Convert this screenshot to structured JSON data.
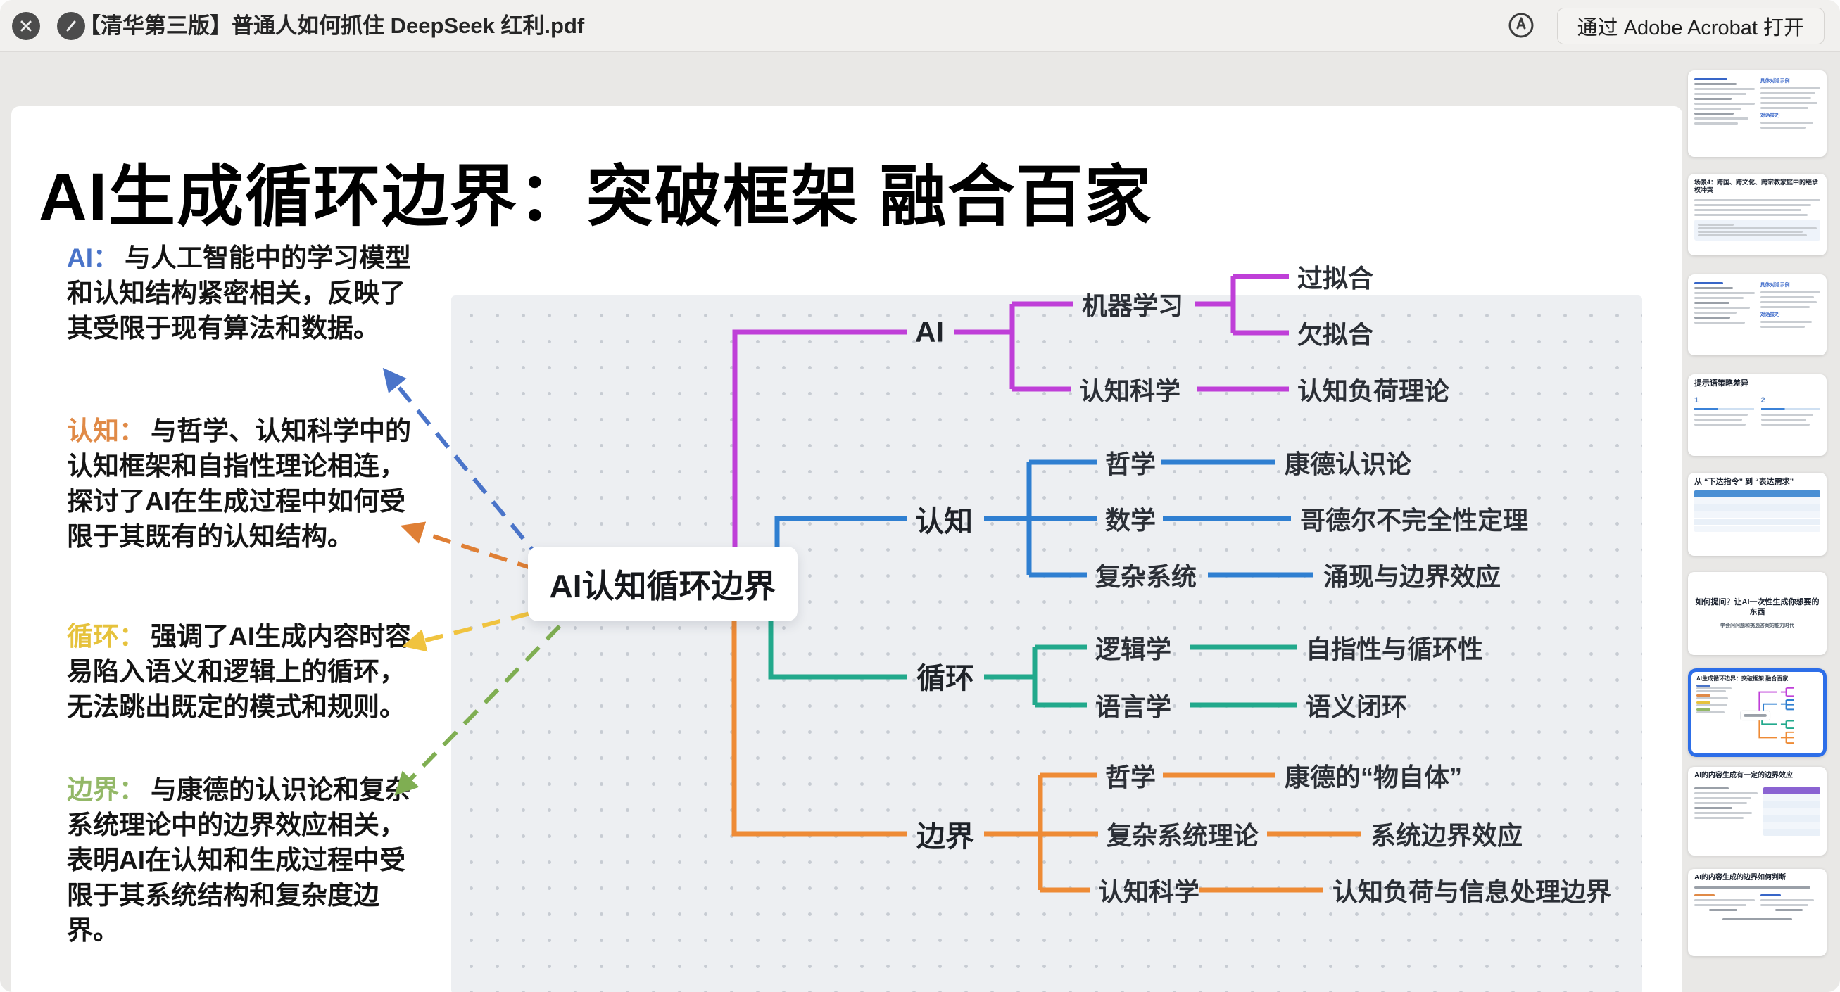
{
  "window": {
    "title": "【清华第三版】普通人如何抓住 DeepSeek 红利.pdf",
    "open_with_button": "通过 Adobe Acrobat 打开",
    "icons": [
      "close-icon",
      "pencil-slash-icon",
      "markup-circle-icon",
      "share-icon"
    ]
  },
  "slide": {
    "title": "AI生成循环边界：突破框架 融合百家",
    "annotations": [
      {
        "keyword": "AI：",
        "color": "#4a74c9",
        "text": "与人工智能中的学习模型和认知结构紧密相关，反映了其受限于现有算法和数据。"
      },
      {
        "keyword": "认知：",
        "color": "#e08a47",
        "text": "与哲学、认知科学中的认知框架和自指性理论相连，探讨了AI在生成过程中如何受限于其既有的认知结构。"
      },
      {
        "keyword": "循环：",
        "color": "#e6c23c",
        "text": "强调了AI生成内容时容易陷入语义和逻辑上的循环，无法跳出既定的模式和规则。"
      },
      {
        "keyword": "边界：",
        "color": "#93b867",
        "text": "与康德的认识论和复杂系统理论中的边界效应相关，表明AI在认知和生成过程中受限于其系统结构和复杂度边界。"
      }
    ],
    "mindmap": {
      "root": "AI认知循环边界",
      "branches": [
        {
          "label": "AI",
          "color": "#bf3fd8",
          "children": [
            {
              "label": "机器学习",
              "children": [
                {
                  "label": "过拟合"
                },
                {
                  "label": "欠拟合"
                }
              ]
            },
            {
              "label": "认知科学",
              "children": [
                {
                  "label": "认知负荷理论"
                }
              ]
            }
          ]
        },
        {
          "label": "认知",
          "color": "#2f7fd1",
          "children": [
            {
              "label": "哲学",
              "children": [
                {
                  "label": "康德认识论"
                }
              ]
            },
            {
              "label": "数学",
              "children": [
                {
                  "label": "哥德尔不完全性定理"
                }
              ]
            },
            {
              "label": "复杂系统",
              "children": [
                {
                  "label": "涌现与边界效应"
                }
              ]
            }
          ]
        },
        {
          "label": "循环",
          "color": "#22a98c",
          "children": [
            {
              "label": "逻辑学",
              "children": [
                {
                  "label": "自指性与循环性"
                }
              ]
            },
            {
              "label": "语言学",
              "children": [
                {
                  "label": "语义闭环"
                }
              ]
            }
          ]
        },
        {
          "label": "边界",
          "color": "#ee8b36",
          "children": [
            {
              "label": "哲学",
              "children": [
                {
                  "label": "康德的“物自体”"
                }
              ]
            },
            {
              "label": "复杂系统理论",
              "children": [
                {
                  "label": "系统边界效应"
                }
              ]
            },
            {
              "label": "认知科学",
              "children": [
                {
                  "label": "认知负荷与信息处理边界"
                }
              ]
            }
          ]
        }
      ]
    }
  },
  "sidebar": {
    "selected_index": 6,
    "thumbnails": [
      {
        "heading_right_1": "具体对话示例",
        "heading_right_2": "对话技巧"
      },
      {
        "title": "场景4：跨国、跨文化、跨宗教家庭中的继承权冲突"
      },
      {
        "heading_right_1": "具体对话示例",
        "heading_right_2": "对话技巧"
      },
      {
        "title": "提示语策略差异",
        "num1": "1",
        "num2": "2"
      },
      {
        "title": "从 “下达指令” 到 “表达需求”"
      },
      {
        "title": "如何提问？让AI一次性生成你想要的东西",
        "subtitle": "学会问问题和挑选答案的能力时代"
      },
      {
        "title": "AI生成循环边界：突破框架 融合百家"
      },
      {
        "title": "AI的内容生成有一定的边界效应"
      },
      {
        "title": "AI的内容生成的边界如何判断"
      }
    ]
  },
  "colors": {
    "branch_ai": "#bf3fd8",
    "branch_cognition": "#2f7fd1",
    "branch_loop": "#22a98c",
    "branch_boundary": "#ee8b36",
    "arrow_blue": "#4a74c9",
    "arrow_orange": "#df7f35",
    "arrow_yellow": "#f0c33f",
    "arrow_green": "#7fae52",
    "thumbnail_selected_border": "#2d6ee8",
    "titlebar_bg": "#f1f0ee",
    "map_bg": "#edeff2"
  }
}
